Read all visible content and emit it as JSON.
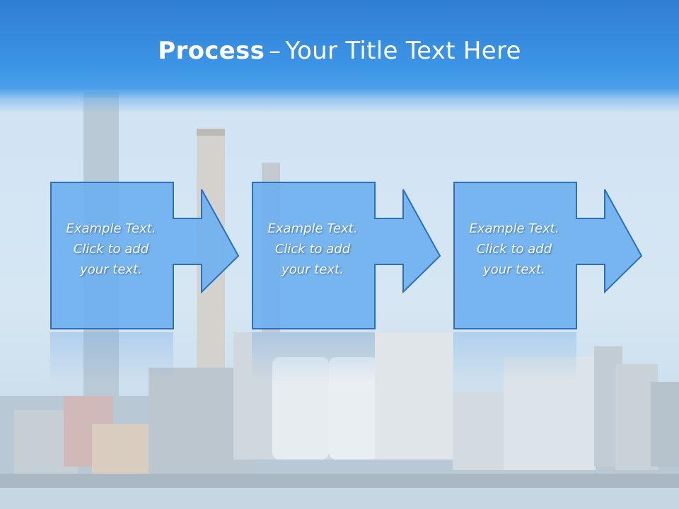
{
  "slide": {
    "title_bold": "Process",
    "title_dash": "–",
    "title_rest": "Your Title Text Here"
  },
  "steps": [
    {
      "line1": "Example Text.",
      "line2": "Click  to add",
      "line3": "your text."
    },
    {
      "line1": "Example Text.",
      "line2": "Click  to add",
      "line3": "your text."
    },
    {
      "line1": "Example Text.",
      "line2": "Click  to add",
      "line3": "your text."
    }
  ],
  "colors": {
    "header": "#3d95e6",
    "box_fill": "#6aaef0",
    "box_border": "#2f6fb8",
    "text": "#ffffff"
  },
  "background": {
    "image": "industrial-power-plant-photo"
  }
}
